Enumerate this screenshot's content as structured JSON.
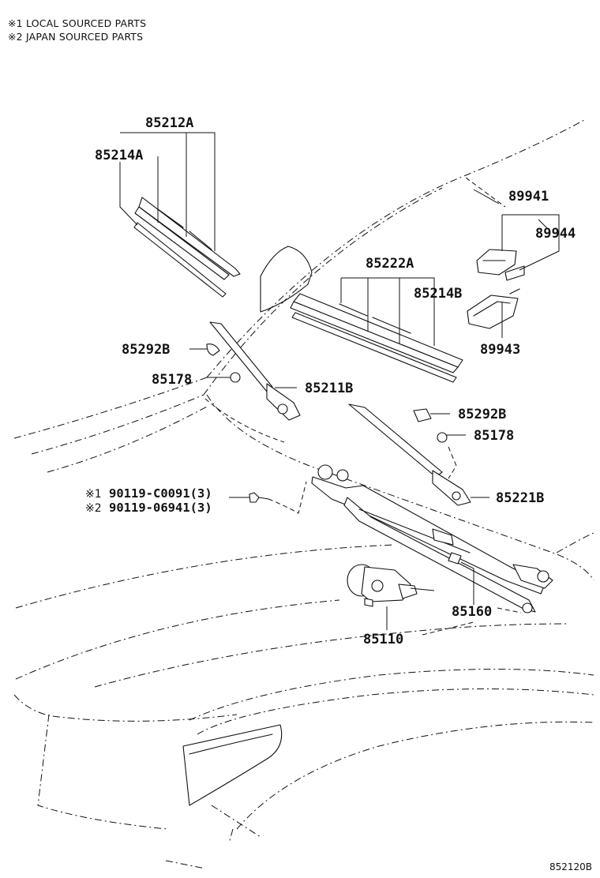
{
  "legend": {
    "local": "※1 LOCAL SOURCED PARTS",
    "japan": "※2 JAPAN SOURCED PARTS"
  },
  "labels": {
    "p85212A": "85212A",
    "p85214A": "85214A",
    "p89941": "89941",
    "p89944": "89944",
    "p85222A": "85222A",
    "p85214B": "85214B",
    "p89943": "89943",
    "p85292B_l": "85292B",
    "p85178_l": "85178",
    "p85211B": "85211B",
    "p85292B_r": "85292B",
    "p85178_r": "85178",
    "bolt_mark1": "※1",
    "bolt_code1": "90119-C0091(3)",
    "bolt_mark2": "※2",
    "bolt_code2": "90119-06941(3)",
    "p85221B": "85221B",
    "p85160": "85160",
    "p85110": "85110"
  },
  "figure_code": "852120B"
}
